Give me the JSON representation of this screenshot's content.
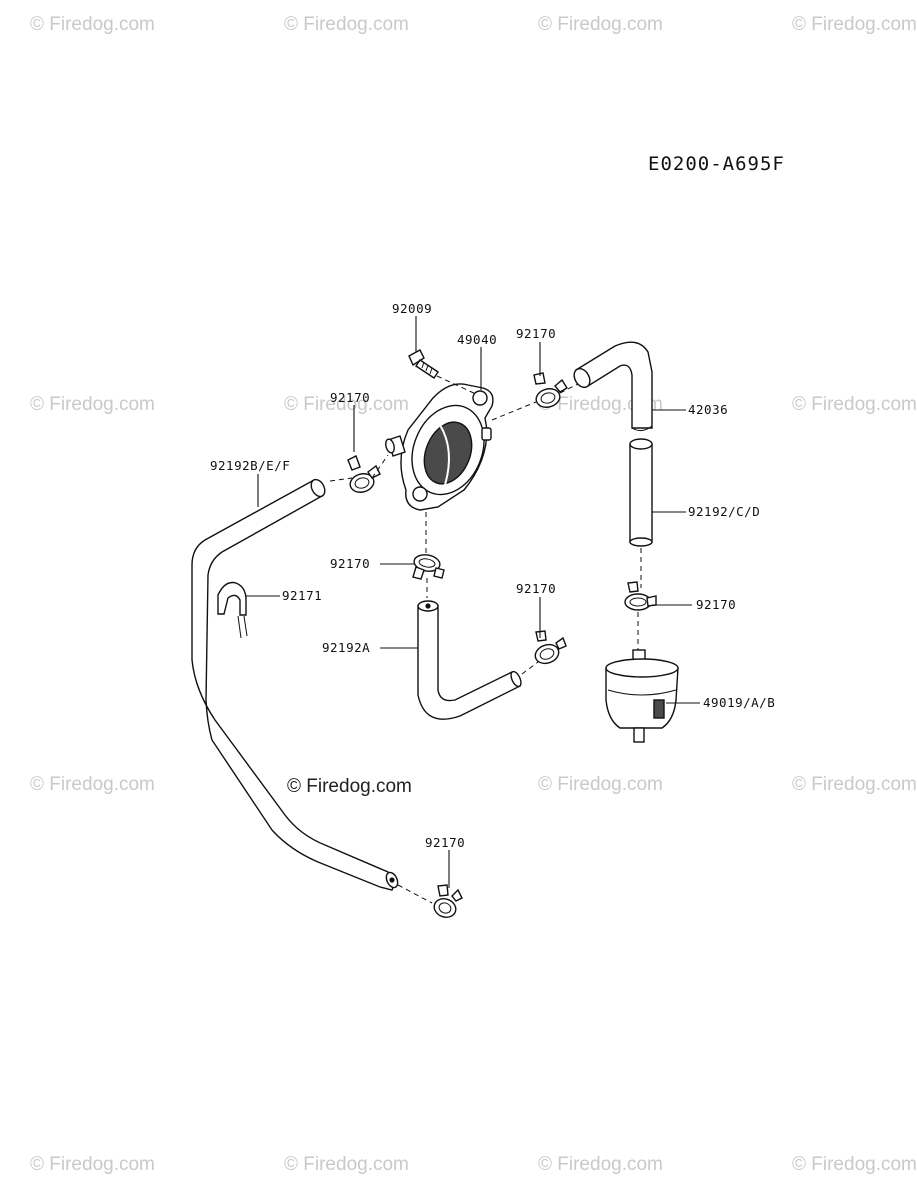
{
  "watermark": {
    "text": "© Firedog.com"
  },
  "diagram_code": "E0200-A695F",
  "parts": {
    "bolt": "92009",
    "fuel_pump": "49040",
    "clamp_pump_outlet": "92170",
    "clamp_pump_inlet": "92170",
    "hose_upper_right": "42036",
    "hose_main_left": "92192B/E/F",
    "hose_right": "92192/C/D",
    "clamp_bottom_pump": "92170",
    "clip": "92171",
    "clamp_right_lower": "92170",
    "clamp_mid": "92170",
    "hose_a": "92192A",
    "fuel_filter": "49019/A/B",
    "clamp_bottom": "92170"
  }
}
